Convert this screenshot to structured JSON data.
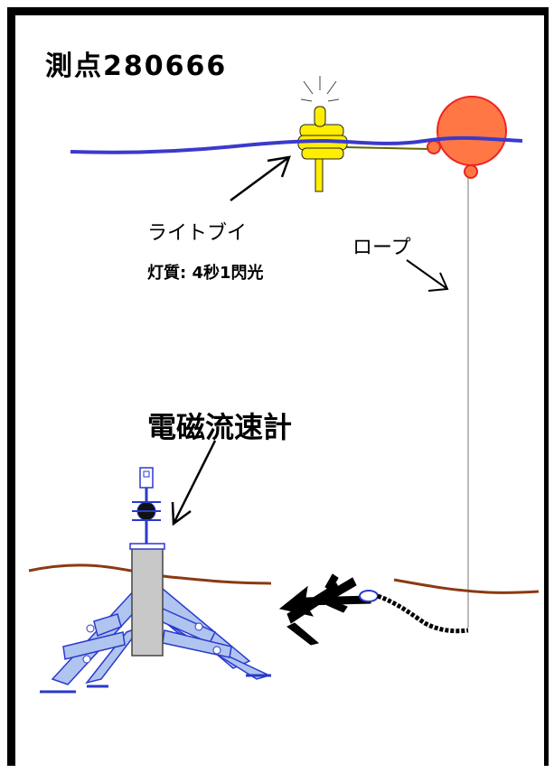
{
  "title": "測点280666",
  "labels": {
    "light_buoy": "ライトブイ",
    "light_character": "灯質: 4秒1閃光",
    "rope": "ロープ",
    "current_meter": "電磁流速計"
  },
  "colors": {
    "sea_surface": "#3a3acc",
    "seabed": "#8b3a12",
    "light_buoy": "#ffee00",
    "float_buoy": "#ff7744",
    "float_buoy_outline": "#ee2222",
    "frame": "#b0c4f0",
    "instrument": "#c8c8c8",
    "rope": "#bbbbbb",
    "anchor": "#000000"
  }
}
